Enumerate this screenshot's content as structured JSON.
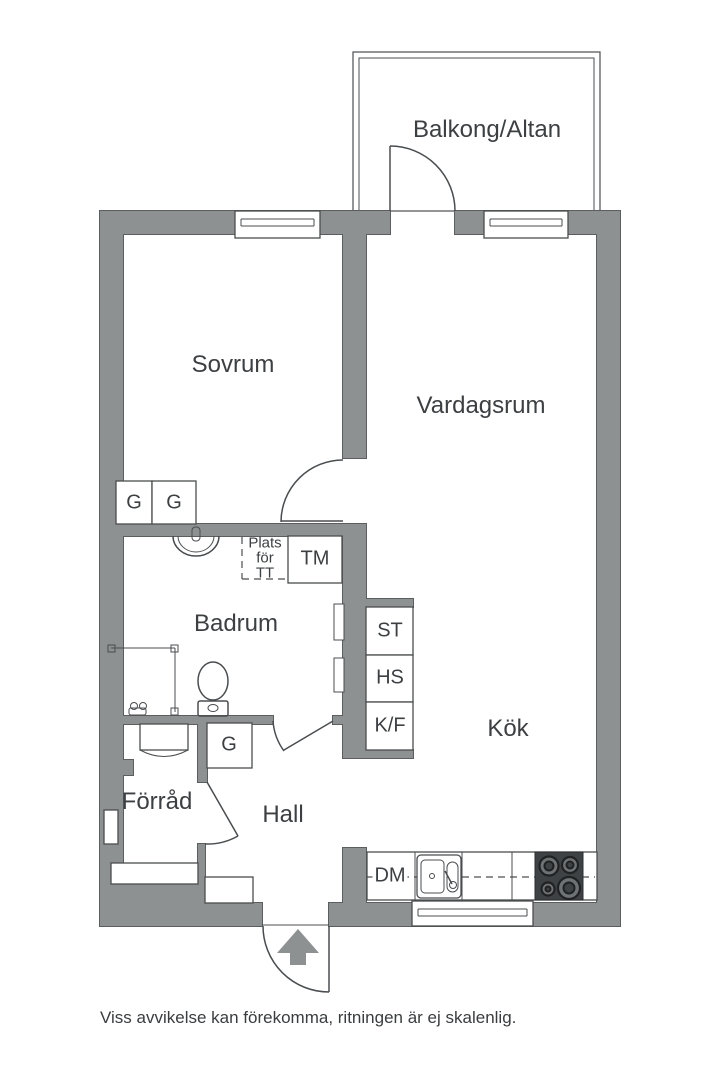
{
  "rooms": {
    "balcony": "Balkong/Altan",
    "bedroom": "Sovrum",
    "living_room": "Vardagsrum",
    "bathroom": "Badrum",
    "kitchen": "Kök",
    "hall": "Hall",
    "storage": "Förråd"
  },
  "fixtures": {
    "bedroom_wardrobe_1": "G",
    "bedroom_wardrobe_2": "G",
    "washing_machine": "TM",
    "dryer_space": [
      "Plats",
      "för",
      "TT"
    ],
    "cleaning_cabinet": "ST",
    "tall_cabinet": "HS",
    "fridge_freezer": "K/F",
    "hall_closet": "G",
    "dishwasher": "DM"
  },
  "footnote": "Viss avvikelse kan förekomma, ritningen är ej skalenlig.",
  "colors": {
    "wall": "#8e9192",
    "line": "#4a4d4f",
    "stove": "#3f4244",
    "text": "#3d4042"
  }
}
